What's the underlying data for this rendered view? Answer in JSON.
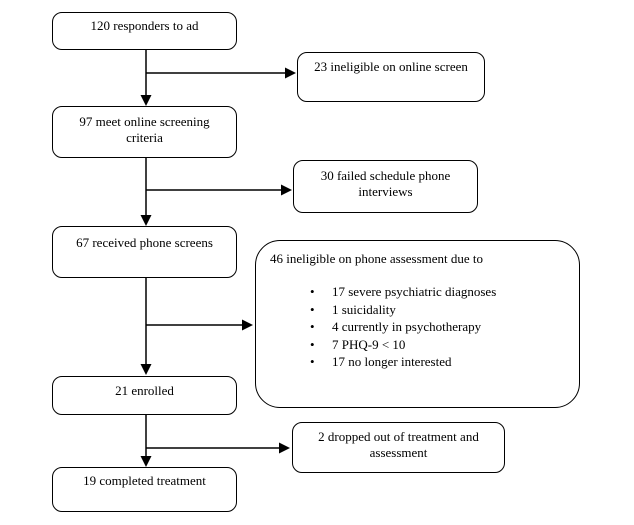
{
  "flow": {
    "main_boxes": [
      {
        "label": "120 responders to ad"
      },
      {
        "label": "97 meet online screening criteria"
      },
      {
        "label": "67 received phone screens"
      },
      {
        "label": "21 enrolled"
      },
      {
        "label": "19 completed treatment"
      }
    ],
    "exclusion_boxes": [
      {
        "label": "23 ineligible on online screen"
      },
      {
        "label": "30 failed schedule phone interviews"
      },
      {
        "label": "2 dropped out of treatment and assessment"
      }
    ],
    "phone_assessment_box": {
      "header": "46 ineligible on phone assessment due to",
      "items": [
        "17 severe psychiatric diagnoses",
        "1 suicidality",
        "4 currently in psychotherapy",
        "7 PHQ-9 < 10",
        "17 no longer interested"
      ]
    },
    "colors": {
      "line": "#000000",
      "background": "#ffffff"
    }
  }
}
